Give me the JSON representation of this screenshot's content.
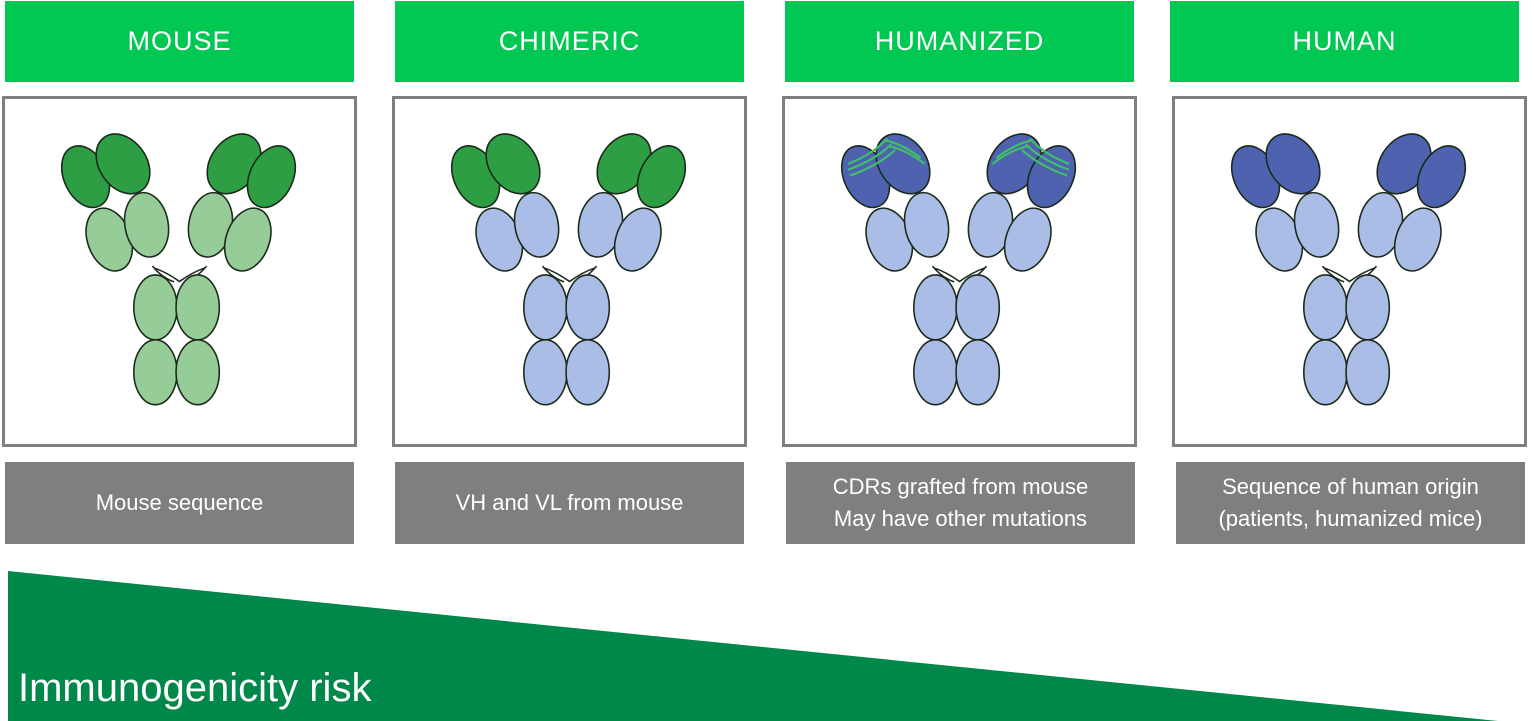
{
  "colors": {
    "header_bg": "#00c853",
    "description_bg": "#7f7f7f",
    "risk_wedge": "#00884a",
    "mouse_variable_domain": "#2e9e44",
    "mouse_constant_domain": "#95cc98",
    "human_variable_domain": "#4f62b0",
    "human_constant_domain": "#aabde6",
    "cdr_stripes": "#3fbf6a"
  },
  "columns": [
    {
      "id": "mouse",
      "title": "MOUSE",
      "description": [
        "Mouse sequence"
      ],
      "variable_domain": "mouse",
      "constant_domain": "mouse",
      "cdr_graft": false
    },
    {
      "id": "chimeric",
      "title": "CHIMERIC",
      "description": [
        "VH and VL from mouse"
      ],
      "variable_domain": "mouse",
      "constant_domain": "human",
      "cdr_graft": false
    },
    {
      "id": "humanized",
      "title": "HUMANIZED",
      "description": [
        "CDRs grafted from mouse",
        "May have other mutations"
      ],
      "variable_domain": "human",
      "constant_domain": "human",
      "cdr_graft": true
    },
    {
      "id": "human",
      "title": "HUMAN",
      "description": [
        "Sequence of human origin",
        "(patients, humanized mice)"
      ],
      "variable_domain": "human",
      "constant_domain": "human",
      "cdr_graft": false
    }
  ],
  "risk": {
    "label": "Immunogenicity risk",
    "trend": "decreasing from left to right"
  }
}
